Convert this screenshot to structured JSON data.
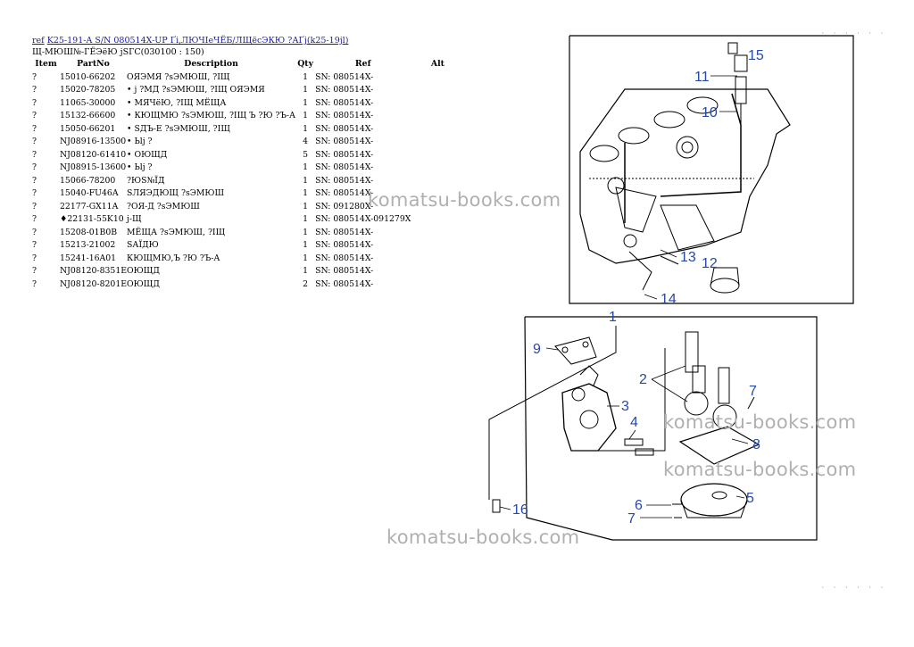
{
  "header": {
    "ref_link": "ref",
    "title_link": "K25-191-A S/N 080514X-UP Ґі‚ЛЮЧІеЧЁБ/ЛЩёсЭКЮ ?АҐј(k25-19jl)",
    "subtitle": "Щ-МЮШ№-ГЁЭёЮ јЅГС(030100 : 150)"
  },
  "table": {
    "columns": [
      "Item",
      "PartNo",
      "Description",
      "Qty",
      "Ref",
      "Alt"
    ],
    "rows": [
      [
        "?",
        "15010-66202",
        "ОЯЭМЯ ?ѕЭМЮШ, ?ІЩ",
        "1",
        "SN: 080514X-",
        ""
      ],
      [
        "?",
        "15020-78205",
        "• ј ?МД ?ѕЭМЮШ, ?ІЩ ОЯЭМЯ",
        "1",
        "SN: 080514X-",
        ""
      ],
      [
        "?",
        "11065-30000",
        "• МЯЧёЮ, ?ІЩ МЁЩА",
        "1",
        "SN: 080514X-",
        ""
      ],
      [
        "?",
        "15132-66600",
        "• КЮЩМЮ ?ѕЭМЮШ, ?ІЩ Ъ ?Ю ?Ъ-А",
        "1",
        "SN: 080514X-",
        ""
      ],
      [
        "?",
        "15050-66201",
        "• ЅДЪ-Е ?ѕЭМЮШ, ?ІЩ",
        "1",
        "SN: 080514X-",
        ""
      ],
      [
        "?",
        "NJ08916-13500",
        "• Ьlј ?",
        "4",
        "SN: 080514X-",
        ""
      ],
      [
        "?",
        "NJ08120-61410",
        "• ОЮЩД",
        "5",
        "SN: 080514X-",
        ""
      ],
      [
        "?",
        "NJ08915-13600",
        "• Ьlј ?",
        "1",
        "SN: 080514X-",
        ""
      ],
      [
        "?",
        "15066-78200",
        "?ЮЅ№ЇД",
        "1",
        "SN: 080514X-",
        ""
      ],
      [
        "?",
        "15040-FU46A",
        "ЅЛЯЭДЮЩ ?ѕЭМЮШ",
        "1",
        "SN: 080514X-",
        ""
      ],
      [
        "?",
        "22177-GX11A",
        "?ОЯ-Д ?ѕЭМЮШ",
        "1",
        "SN: 091280X-",
        ""
      ],
      [
        "?",
        "♦22131-55K10",
        "ј-Щ",
        "1",
        "SN: 080514X-091279X",
        ""
      ],
      [
        "?",
        "15208-01B0B",
        "МЁЩА ?ѕЭМЮШ, ?ІЩ",
        "1",
        "SN: 080514X-",
        ""
      ],
      [
        "?",
        "15213-21002",
        "ЅАЇДЮ",
        "1",
        "SN: 080514X-",
        ""
      ],
      [
        "?",
        "15241-16A01",
        "КЮЩМЮ,Ъ ?Ю ?Ъ-А",
        "1",
        "SN: 080514X-",
        ""
      ],
      [
        "?",
        "NJ08120-8351E",
        "ОЮЩД",
        "1",
        "SN: 080514X-",
        ""
      ],
      [
        "?",
        "NJ08120-8201E",
        "ОЮЩД",
        "2",
        "SN: 080514X-",
        ""
      ]
    ]
  },
  "diagram": {
    "callouts_top": [
      "15",
      "11",
      "10",
      "13",
      "12",
      "14"
    ],
    "callouts_bottom": [
      "1",
      "9",
      "3",
      "2",
      "4",
      "7",
      "8",
      "5",
      "6",
      "7",
      "16"
    ]
  },
  "watermark": "komatsu-books.com",
  "corner_top": "· · · · · ·",
  "corner_bottom": "· · · · · ·",
  "colors": {
    "link": "#1a1aa6",
    "callout": "#2848a8",
    "watermark": "#b0b0b0"
  }
}
